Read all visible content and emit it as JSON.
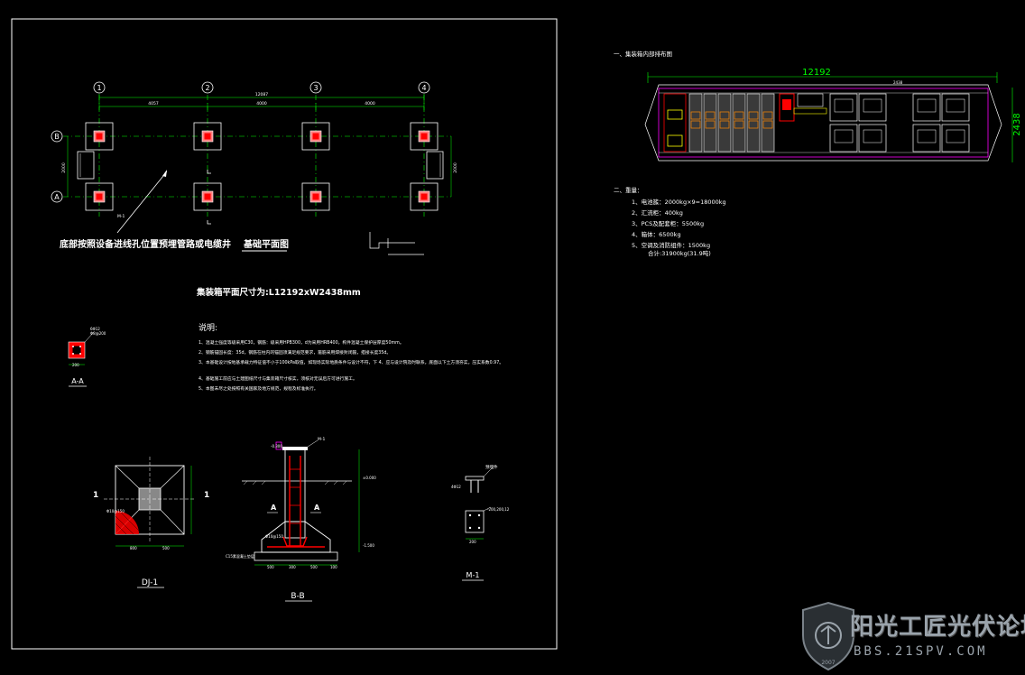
{
  "colors": {
    "background": "#000000",
    "frame": "#ffffff",
    "axis": "#00ff00",
    "structure": "#ffffff",
    "rebar": "#ff0000",
    "dimension": "#00ff00",
    "text": "#ffffff",
    "accent": "#ff00ff",
    "hatch": "#00ffff"
  },
  "plan": {
    "axis_numbers": [
      "1",
      "2",
      "3",
      "4"
    ],
    "axis_letters": [
      "B",
      "A"
    ],
    "total_dim": "12087",
    "spans": [
      "4057",
      "4000",
      "4000"
    ],
    "side_dim": "2000",
    "leader_tag": "M-1",
    "note": "底部按照设备进线孔位置预埋管路或电缆井",
    "title": "基础平面图",
    "size_note": "集装箱平面尺寸为:L12192xW2438mm"
  },
  "notes": {
    "heading": "说明:",
    "items": [
      "1、混凝土强度等级采用C30，钢筋：级采用HPB300，d为采用HRB400，构件混凝土保护层厚度50mm。",
      "2、钢筋锚固长度：35d，钢筋在柱内的锚固须满足规范要求，箍筋采用焊接封闭箍，搭接长度35d。",
      "3、本基础设计按地基承载力特征值不小于100kPa取值，如现场实际地质条件与设计不符，下 4、应与设计院及时联系，底面以下土方须夯实，压实系数0.97。",
      "4、基础施工前应与土建图纸尺寸与集装箱尺寸核实，须核对无误后方可进行施工。",
      "5、本图未尽之处按照有关国家及地方规范，规程及标准执行。"
    ]
  },
  "details": {
    "aa_label": "A-A",
    "aa_dims": [
      "200",
      "6Φ12",
      "Φ8@200"
    ],
    "dj_label": "DJ-1",
    "dj_dims": [
      "800",
      "500"
    ],
    "dj_rebar": "Φ10@150",
    "dj_section": "1",
    "bb_label": "B-B",
    "bb_dims": [
      "500",
      "300",
      "500",
      "100"
    ],
    "bb_elev": [
      "±0.000",
      "-0.300",
      "-1.500"
    ],
    "bb_tags": [
      "M-1",
      "A"
    ],
    "bb_rebar": "Φ10@150",
    "bb_note": "C15素混凝土垫层",
    "m1_label": "M-1",
    "m1_tag": "预埋件",
    "m1_dims": [
      "4Φ12",
      "-200,200,12",
      "200"
    ]
  },
  "right": {
    "heading1": "一、集装箱内部排布图",
    "container_length": "12192",
    "container_width": "2438",
    "heading2": "二、重量：",
    "weights": [
      "1、电池簇：2000kg×9=18000kg",
      "2、汇流柜：400kg",
      "3、PCS及配套柜：5500kg",
      "4、箱体：6500kg",
      "5、空调及消防组件：1500kg"
    ],
    "total": "合计:31900kg(31.9吨)"
  },
  "watermark": {
    "title": "阳光工匠光伏论坛",
    "sub": "BBS.21SPV.COM",
    "year": "2007"
  }
}
